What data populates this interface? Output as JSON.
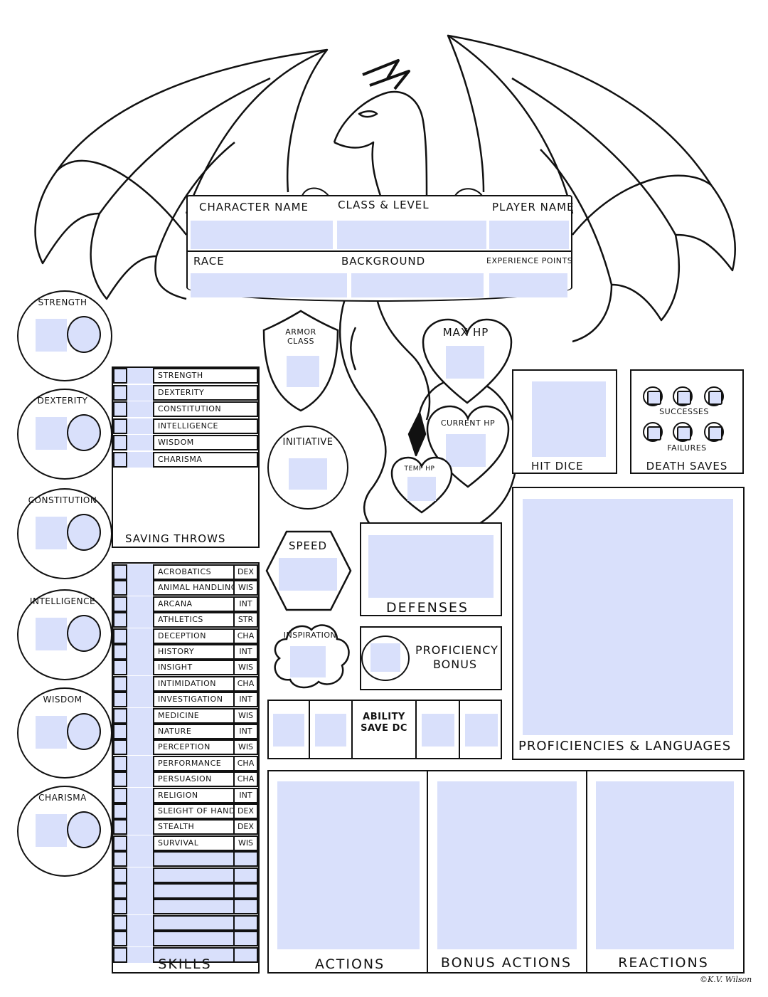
{
  "header": {
    "character_name_label": "Character Name",
    "class_level_label": "Class & Level",
    "player_name_label": "Player Name",
    "race_label": "Race",
    "background_label": "Background",
    "experience_label": "Experience Points"
  },
  "abilities": [
    {
      "label": "Strength"
    },
    {
      "label": "Dexterity"
    },
    {
      "label": "Constitution"
    },
    {
      "label": "Intelligence"
    },
    {
      "label": "Wisdom"
    },
    {
      "label": "Charisma"
    }
  ],
  "saving_throws": {
    "title": "Saving Throws",
    "items": [
      "Strength",
      "Dexterity",
      "Constitution",
      "Intelligence",
      "Wisdom",
      "Charisma"
    ]
  },
  "skills": {
    "title": "Skills",
    "items": [
      {
        "name": "Acrobatics",
        "ability": "DEX"
      },
      {
        "name": "Animal Handling",
        "ability": "WIS"
      },
      {
        "name": "Arcana",
        "ability": "INT"
      },
      {
        "name": "Athletics",
        "ability": "STR"
      },
      {
        "name": "Deception",
        "ability": "CHA"
      },
      {
        "name": "History",
        "ability": "INT"
      },
      {
        "name": "Insight",
        "ability": "WIS"
      },
      {
        "name": "Intimidation",
        "ability": "CHA"
      },
      {
        "name": "Investigation",
        "ability": "INT"
      },
      {
        "name": "Medicine",
        "ability": "WIS"
      },
      {
        "name": "Nature",
        "ability": "INT"
      },
      {
        "name": "Perception",
        "ability": "WIS"
      },
      {
        "name": "Performance",
        "ability": "CHA"
      },
      {
        "name": "Persuasion",
        "ability": "CHA"
      },
      {
        "name": "Religion",
        "ability": "INT"
      },
      {
        "name": "Sleight of Hand",
        "ability": "DEX"
      },
      {
        "name": "Stealth",
        "ability": "DEX"
      },
      {
        "name": "Survival",
        "ability": "WIS"
      }
    ]
  },
  "combat": {
    "armor_class": "Armor Class",
    "max_hp": "Max HP",
    "current_hp": "Current HP",
    "temp_hp": "Temp HP",
    "initiative": "Initiative",
    "speed": "Speed",
    "defenses": "Defenses",
    "inspiration": "Inspiration",
    "proficiency_bonus": "Proficiency Bonus",
    "ability_save_dc": "Ability Save DC",
    "hit_dice": "Hit Dice",
    "death_saves": "Death Saves",
    "successes": "Successes",
    "failures": "Failures"
  },
  "panels": {
    "proficiencies": "Proficiencies & Languages",
    "actions": "Actions",
    "bonus_actions": "Bonus Actions",
    "reactions": "Reactions"
  },
  "signature": "©K.V. Wilson"
}
